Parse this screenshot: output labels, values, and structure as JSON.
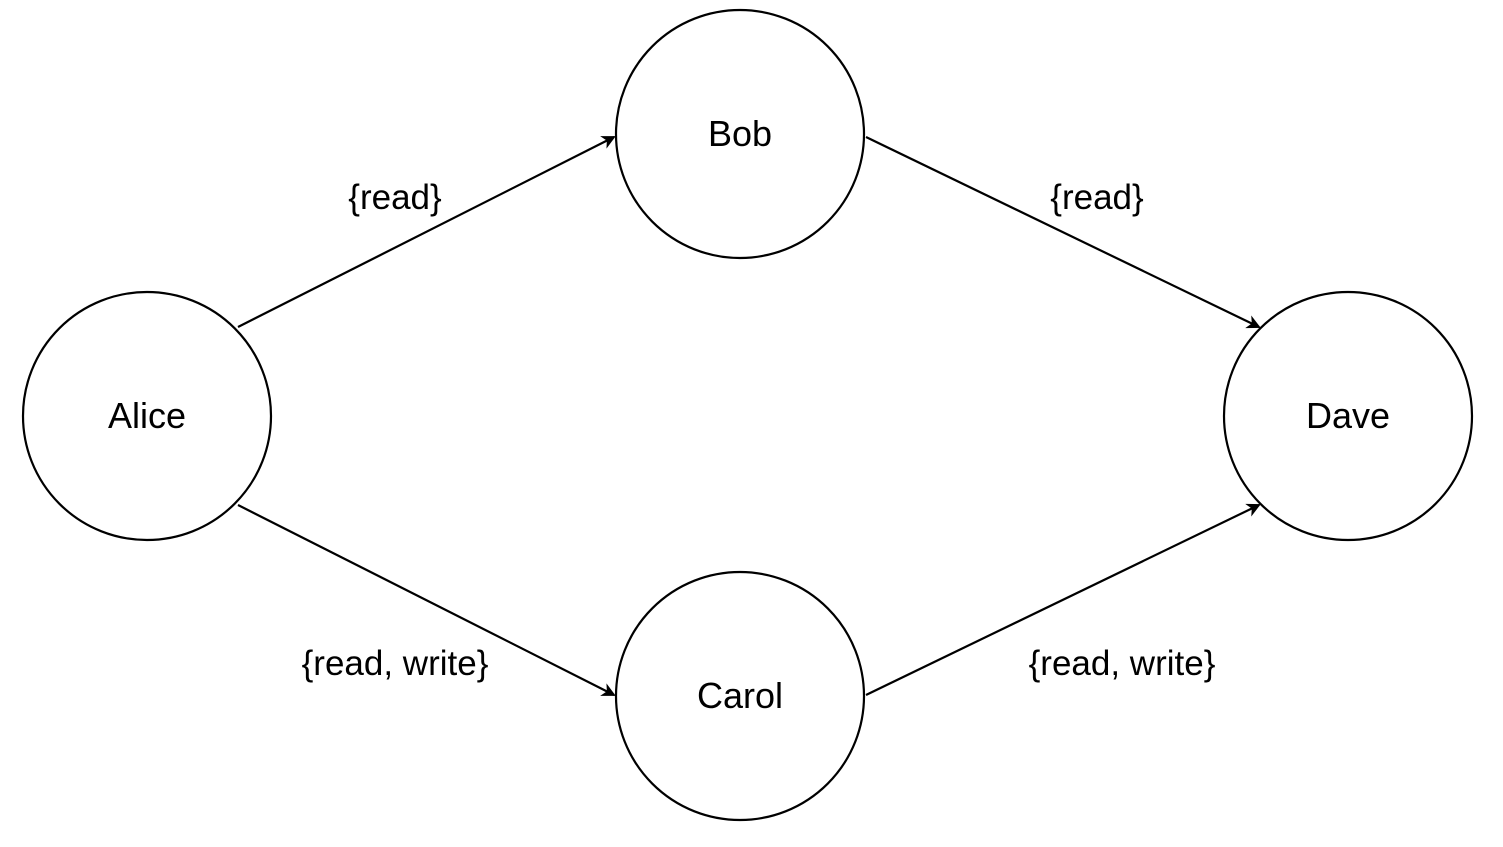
{
  "nodes": {
    "alice": {
      "label": "Alice"
    },
    "bob": {
      "label": "Bob"
    },
    "carol": {
      "label": "Carol"
    },
    "dave": {
      "label": "Dave"
    }
  },
  "edges": {
    "alice_bob": {
      "from": "Alice",
      "to": "Bob",
      "label": "{read}"
    },
    "alice_carol": {
      "from": "Alice",
      "to": "Carol",
      "label": "{read, write}"
    },
    "bob_dave": {
      "from": "Bob",
      "to": "Dave",
      "label": "{read}"
    },
    "carol_dave": {
      "from": "Carol",
      "to": "Dave",
      "label": "{read, write}"
    }
  },
  "colors": {
    "stroke": "#000000",
    "fill": "#ffffff"
  }
}
